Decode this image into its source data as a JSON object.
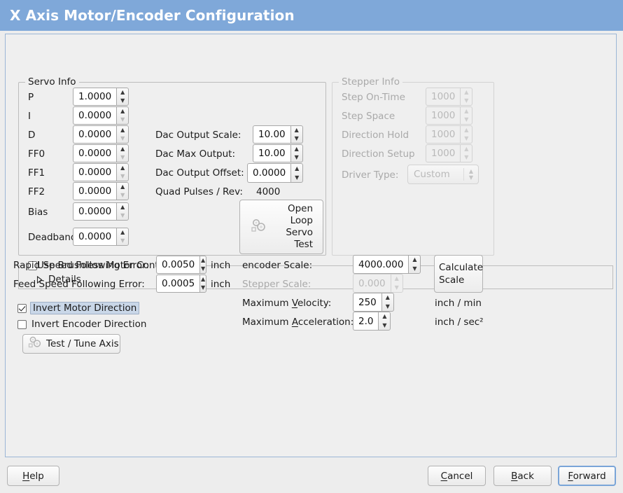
{
  "window": {
    "title": "X Axis Motor/Encoder Configuration"
  },
  "servo": {
    "legend": "Servo Info",
    "rows": [
      {
        "label": "P",
        "value": "1.0000",
        "down_enabled": true
      },
      {
        "label": "I",
        "value": "0.0000",
        "down_enabled": false
      },
      {
        "label": "D",
        "value": "0.0000",
        "down_enabled": false
      },
      {
        "label": "FF0",
        "value": "0.0000",
        "down_enabled": false
      },
      {
        "label": "FF1",
        "value": "0.0000",
        "down_enabled": false
      },
      {
        "label": "FF2",
        "value": "0.0000",
        "down_enabled": false
      },
      {
        "label": "Bias",
        "value": "0.0000",
        "down_enabled": false
      },
      {
        "label": "Deadband",
        "value": "0.0000",
        "down_enabled": false
      }
    ],
    "dac": [
      {
        "label": "Dac Output Scale:",
        "value": "10.00"
      },
      {
        "label": "Dac Max Output:",
        "value": "10.00"
      },
      {
        "label": "Dac Output Offset:",
        "value": "0.0000"
      }
    ],
    "quad_label": "Quad Pulses / Rev:",
    "quad_value": "4000",
    "open_loop_button": "Open\nLoop\nServo\nTest",
    "open_loop_lines": [
      "Open",
      "Loop",
      "Servo",
      "Test"
    ],
    "open_loop_icon": "gears-icon"
  },
  "stepper": {
    "legend": "Stepper Info",
    "enabled": false,
    "rows": [
      {
        "label": "Step On-Time",
        "value": "1000"
      },
      {
        "label": "Step Space",
        "value": "1000"
      },
      {
        "label": "Direction Hold",
        "value": "1000"
      },
      {
        "label": "Direction Setup",
        "value": "1000"
      }
    ],
    "driver_label": "Driver Type:",
    "driver_value": "Custom"
  },
  "brushless": {
    "checkbox_label": "Use Brushless Motor Control",
    "checked": false,
    "details_label": "Details",
    "details_expanded": false
  },
  "tuning": {
    "rapid_label": "Rapid Speed Following Error:",
    "rapid_value": "0.0050",
    "rapid_units": "inch",
    "feed_label": "Feed Speed Following Error:",
    "feed_value": "0.0005",
    "feed_units": "inch",
    "invert_motor_label": "Invert Motor Direction",
    "invert_motor_checked": true,
    "invert_encoder_label": "Invert Encoder Direction",
    "invert_encoder_checked": false,
    "test_tune_label": "Test / Tune Axis",
    "test_tune_icon": "gears-icon"
  },
  "scales": {
    "encoder_label": "encoder Scale:",
    "encoder_value": "4000.000",
    "stepper_label": "Stepper Scale:",
    "stepper_value": "0.000",
    "stepper_enabled": false,
    "calculate_lines": [
      "Calculate",
      "Scale"
    ],
    "max_velocity_label_pre": "Maximum ",
    "max_velocity_label_mn": "V",
    "max_velocity_label_post": "elocity:",
    "max_velocity_value": "250",
    "max_velocity_units": "inch / min",
    "max_accel_label_pre": "Maximum ",
    "max_accel_label_mn": "A",
    "max_accel_label_post": "cceleration:",
    "max_accel_value": "2.0",
    "max_accel_units": "inch / sec²"
  },
  "footer": {
    "help_mn": "H",
    "help_post": "elp",
    "cancel_mn": "C",
    "cancel_post": "ancel",
    "back_mn": "B",
    "back_post": "ack",
    "forward_mn": "F",
    "forward_post": "orward"
  },
  "colors": {
    "header_blue": "#7fa8d9",
    "focus_blue": "#7aa5d8",
    "selection": "#c9d7e8",
    "background": "#efefef"
  }
}
